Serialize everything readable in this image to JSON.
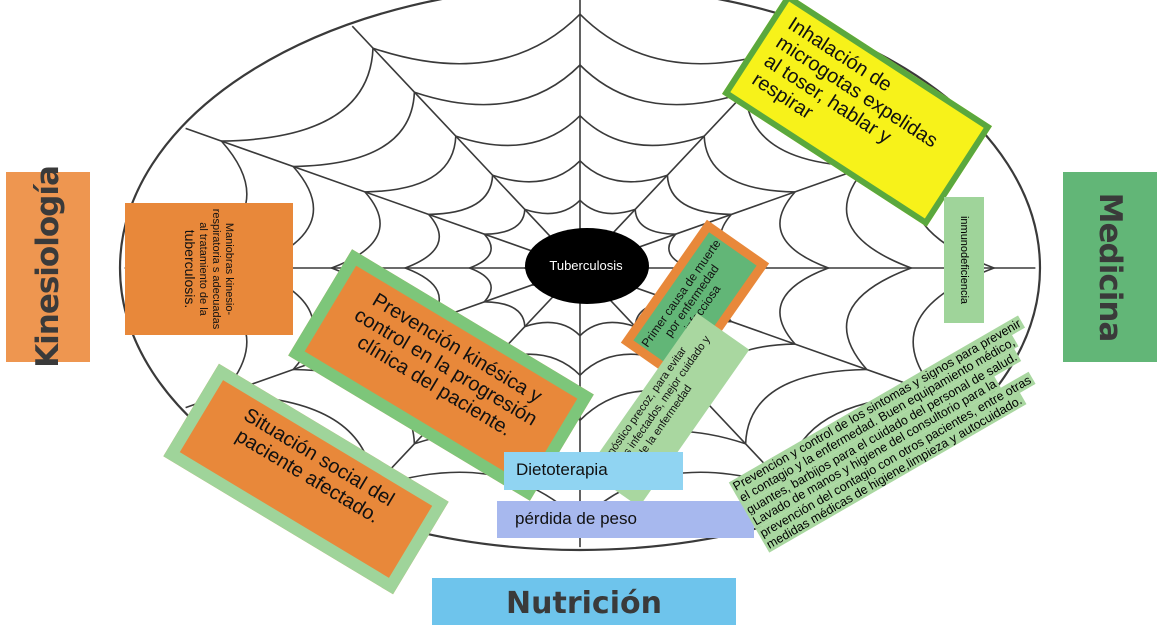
{
  "categories": {
    "kinesiologia": "Kinesiología",
    "medicina": "Medicina",
    "nutricion": "Nutrición"
  },
  "center": {
    "label": "Tuberculosis"
  },
  "nodes": {
    "maniobras_small": "Maniobras kinesio-respiratoria s adecuadas al tratamiento de la",
    "maniobras_big": "tuberculosis.",
    "prevencion_kinesica": "Prevención kinésica y control en la progresión clínica del paciente.",
    "situacion_social": "Situación social del paciente afectado.",
    "inhalacion": "Inhalación de microgotas expelidas al toser, hablar y respirar",
    "primer_causa": "Primer causa de muerte por enfermedad infecciosa",
    "inmunodeficiencia": "inmunodeficiencia",
    "diagnostico": "diagnóstico precoz, para evitar nuevos infectados, mejor cuidado y control de la enfermedad",
    "dietoterapia": "Dietoterapia",
    "perdida_peso": "pérdida de peso",
    "prevencion_medica": "Prevencion y control de los sintomas y signos para prevenir el contagio y la enfermedad. Buen equipamiento médico, guantes, barbijos para el cuidado del personal de salud. Lavado de manos y higiene del consultorio para la prevención del contagio con otros pacientes, entre otras medidas médicas de higiene,limpieza y autocuidado."
  },
  "colors": {
    "orange": "#e8883a",
    "green": "#62b677",
    "light_green": "#a9d7a0",
    "yellow": "#f7f21a",
    "blue": "#6ec4ec",
    "web_line": "#3a3a3a"
  }
}
